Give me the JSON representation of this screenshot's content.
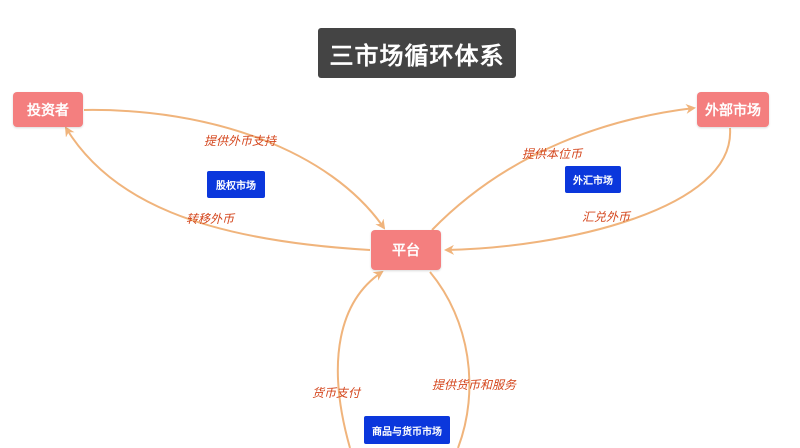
{
  "title": "三市场循环体系",
  "colors": {
    "node_fill": "#f47f7f",
    "market_fill": "#0b37dc",
    "title_fill": "#444444",
    "arrow": "#f0b47c",
    "edge_label": "#d4461d"
  },
  "nodes": {
    "investor": "投资者",
    "external_market": "外部市场",
    "platform": "平台"
  },
  "markets": {
    "equity": "股权市场",
    "forex": "外汇市场",
    "goods_currency": "商品与货币市场"
  },
  "edges": {
    "provide_fx_support": "提供外币支持",
    "transfer_fx": "转移外币",
    "provide_local_currency": "提供本位币",
    "exchange_fx": "汇兑外币",
    "currency_payment": "货币支付",
    "provide_currency_services": "提供货币和服务"
  }
}
